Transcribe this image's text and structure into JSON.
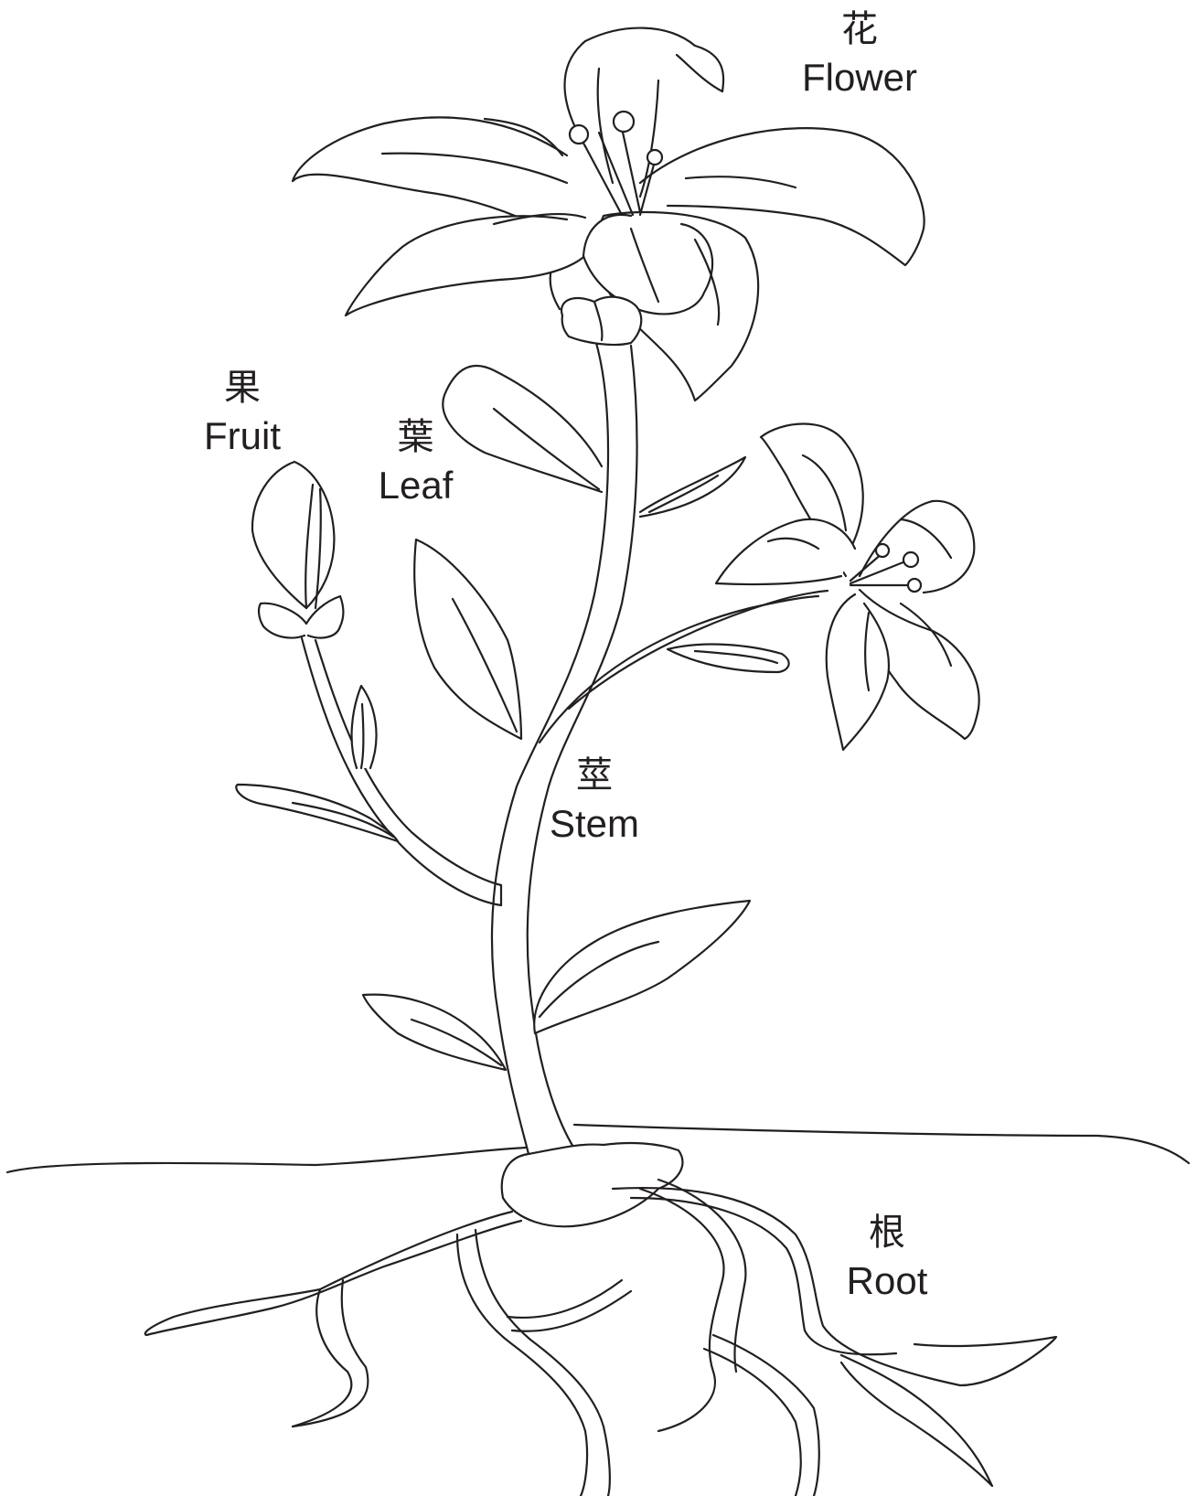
{
  "labels": {
    "flower": {
      "zh": "花",
      "en": "Flower"
    },
    "fruit": {
      "zh": "果",
      "en": "Fruit"
    },
    "leaf": {
      "zh": "葉",
      "en": "Leaf"
    },
    "stem": {
      "zh": "莖",
      "en": "Stem"
    },
    "root": {
      "zh": "根",
      "en": "Root"
    }
  },
  "colors": {
    "line": "#231f20",
    "background": "#ffffff"
  }
}
